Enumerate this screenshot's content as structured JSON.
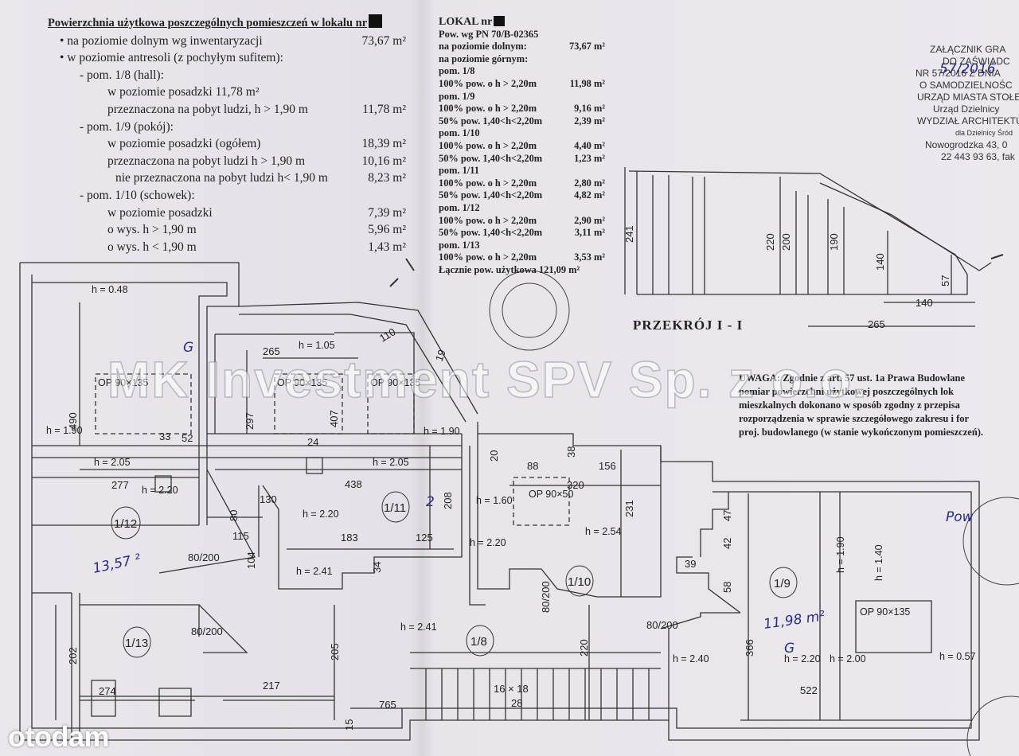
{
  "left_table": {
    "heading": "Powierzchnia użytkowa poszczególnych pomieszczeń w lokalu nr",
    "rows": [
      {
        "label": "•   na poziomie dolnym wg inwentaryzacji",
        "value": "73,67 m²"
      },
      {
        "label": "•   w poziomie antresoli (z pochyłym sufitem):",
        "value": ""
      },
      {
        "label": "-  pom. 1/8 (hall):",
        "value": ""
      },
      {
        "label": "w poziomie posadzki 11,78 m²",
        "value": ""
      },
      {
        "label": "przeznaczona na pobyt ludzi, h > 1,90 m",
        "value": "11,78 m²"
      },
      {
        "label": "-  pom. 1/9 (pokój):",
        "value": ""
      },
      {
        "label": "w poziomie posadzki (ogółem)",
        "value": "18,39 m²"
      },
      {
        "label": "przeznaczona na pobyt ludzi h > 1,90 m",
        "value": "10,16 m²"
      },
      {
        "label": "nie przeznaczona na pobyt ludzi h< 1,90 m",
        "value": "8,23 m²"
      },
      {
        "label": "-  pom. 1/10 (schowek):",
        "value": ""
      },
      {
        "label": "w poziomie posadzki",
        "value": "7,39 m²"
      },
      {
        "label": "o wys. h > 1,90 m",
        "value": "5,96 m²"
      },
      {
        "label": "o wys. h < 1,90 m",
        "value": "1,43 m²"
      }
    ]
  },
  "middle_table": {
    "title": "LOKAL nr",
    "rows": [
      {
        "label": "Pow. wg PN 70/B-02365",
        "value": ""
      },
      {
        "label": "na poziomie dolnym:",
        "value": "73,67 m²"
      },
      {
        "label": "na poziomie górnym:",
        "value": ""
      },
      {
        "label": "pom. 1/8",
        "value": ""
      },
      {
        "label": "100% pow. o h > 2,20m",
        "value": "11,98 m²"
      },
      {
        "label": "pom. 1/9",
        "value": ""
      },
      {
        "label": "100% pow. o h > 2,20m",
        "value": "9,16 m²"
      },
      {
        "label": "50% pow. 1,40<h<2,20m",
        "value": "2,39 m²"
      },
      {
        "label": "pom. 1/10",
        "value": ""
      },
      {
        "label": "100% pow. o h > 2,20m",
        "value": "4,40 m²"
      },
      {
        "label": "50% pow. 1,40<h<2,20m",
        "value": "1,23 m²"
      },
      {
        "label": "pom. 1/11",
        "value": ""
      },
      {
        "label": "100% pow. o h > 2,20m",
        "value": "2,80 m²"
      },
      {
        "label": "50% pow. 1,40<h<2,20m",
        "value": "4,82 m²"
      },
      {
        "label": "pom. 1/12",
        "value": ""
      },
      {
        "label": "100% pow. o h > 2,20m",
        "value": "2,90 m²"
      },
      {
        "label": "50% pow. 1,40<h<2,20m",
        "value": "3,11 m²"
      },
      {
        "label": "pom. 1/13",
        "value": ""
      },
      {
        "label": "100% pow. o h > 2,20m",
        "value": "3,53 m²"
      },
      {
        "label": "Łącznie pow. użytkowa 121,09 m²",
        "value": ""
      }
    ]
  },
  "stamp_lines": [
    "ZAŁĄCZNIK GRA",
    "DO ZAŚWIADC",
    "NR 57/2016 Z DNIA",
    "O SAMODZIELNOŚC",
    "URZĄD MIASTA STOŁECZ",
    "Urząd Dzielnicy",
    "WYDZIAŁ ARCHITEKTURY",
    "dla Dzielnicy Śród",
    "Nowogrodzka 43, 0",
    "22 443 93 63, fak"
  ],
  "uwaga_lines": [
    "UWAGA: Zgodnie z art. 57 ust. 1a Prawa Budowlane",
    "pomiar powierzchni użytkowej poszczególnych lok",
    "mieszkalnych dokonano w sposób zgodny z przepisa",
    "rozporządzenia w sprawie szczegółowego zakresu i for",
    "proj. budowlanego (w stanie wykończonym pomieszczeń)."
  ],
  "section_title": "PRZEKRÓJ  I - I",
  "section_dims": [
    "241",
    "220",
    "200",
    "190",
    "140",
    "57",
    "140",
    "265"
  ],
  "rooms": [
    "1/12",
    "1/11",
    "1/10",
    "1/13",
    "1/8",
    "1/9"
  ],
  "heights": [
    "h = 0.48",
    "h = 1.05",
    "h = 1.90",
    "h = 2.05",
    "h = 2.05",
    "h = 1.90",
    "h = 1.60",
    "h = 2.20",
    "h = 2.54",
    "h = 2.20",
    "h = 2.20",
    "h = 2.41",
    "h = 2.41",
    "h = 2.40",
    "h = 2.20",
    "h = 2.00",
    "h = 0.57",
    "h = 1.90",
    "h = 1.40"
  ],
  "dims": [
    "265",
    "110",
    "19",
    "490",
    "297",
    "407",
    "33",
    "52",
    "24",
    "277",
    "438",
    "208",
    "130",
    "80",
    "115",
    "104",
    "183",
    "125",
    "34",
    "88",
    "38",
    "156",
    "320",
    "231",
    "20",
    "47",
    "42",
    "58",
    "39",
    "366",
    "205",
    "220",
    "217",
    "274",
    "202",
    "765",
    "522",
    "16 × 18",
    "28",
    "15"
  ],
  "openings": [
    "OP 90×135",
    "OP 90×135",
    "OP 90×135",
    "OP 90×50",
    "OP 90×135"
  ],
  "doors": [
    "80/200",
    "80/200",
    "80/200",
    "80/200"
  ],
  "handwriting": [
    "13,57 ²",
    "2",
    "G",
    "11,98 m²",
    "G",
    "Pow",
    "57/2016"
  ],
  "watermark": "MK Investment SPV Sp. z o.o.",
  "brand": "otodam"
}
